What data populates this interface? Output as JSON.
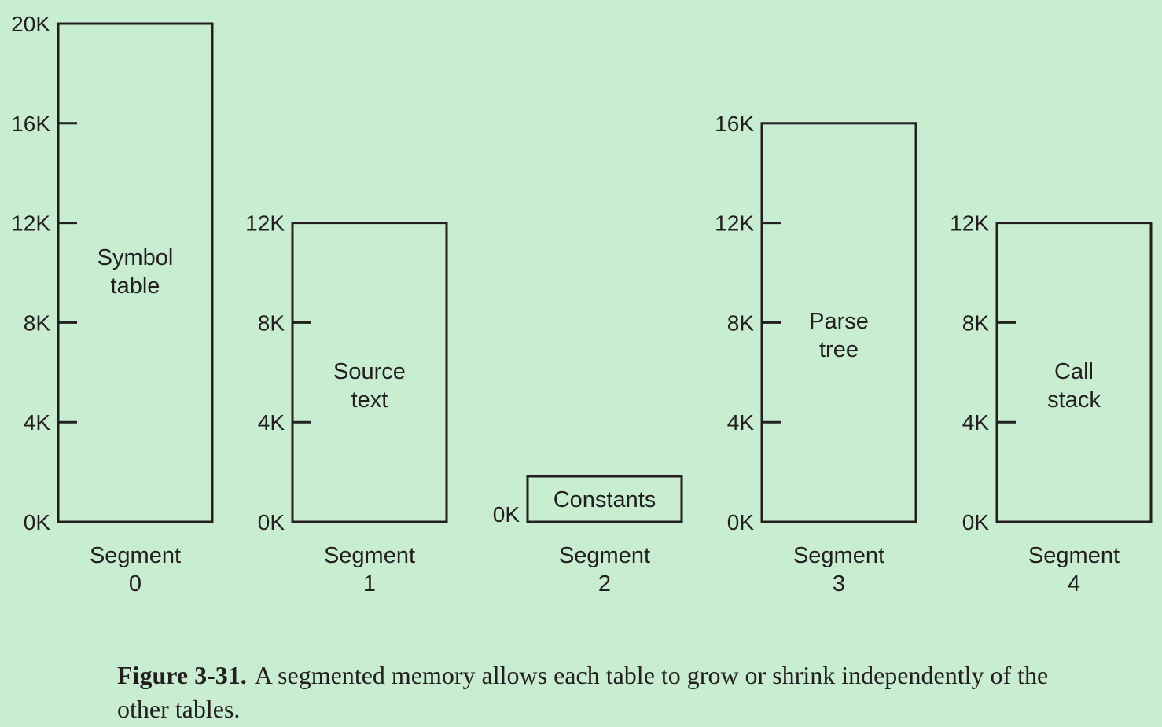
{
  "segments": [
    {
      "id": 0,
      "label_line1": "Segment",
      "label_line2": "0",
      "content_line1": "Symbol",
      "content_line2": "table",
      "size_k": 20,
      "ticks": [
        "0K",
        "4K",
        "8K",
        "12K",
        "16K",
        "20K"
      ]
    },
    {
      "id": 1,
      "label_line1": "Segment",
      "label_line2": "1",
      "content_line1": "Source",
      "content_line2": "text",
      "size_k": 12,
      "ticks": [
        "0K",
        "4K",
        "8K",
        "12K"
      ]
    },
    {
      "id": 2,
      "label_line1": "Segment",
      "label_line2": "2",
      "content_line1": "Constants",
      "content_line2": "",
      "size_k": 0,
      "ticks": [
        "0K"
      ]
    },
    {
      "id": 3,
      "label_line1": "Segment",
      "label_line2": "3",
      "content_line1": "Parse",
      "content_line2": "tree",
      "size_k": 16,
      "ticks": [
        "0K",
        "4K",
        "8K",
        "12K",
        "16K"
      ]
    },
    {
      "id": 4,
      "label_line1": "Segment",
      "label_line2": "4",
      "content_line1": "Call",
      "content_line2": "stack",
      "size_k": 12,
      "ticks": [
        "0K",
        "4K",
        "8K",
        "12K"
      ]
    }
  ],
  "caption": {
    "figure_number": "Figure 3-31.",
    "text": "A segmented memory allows each table to grow or shrink independently of the other tables."
  },
  "colors": {
    "background": "#c8edd0",
    "stroke": "#231f20"
  }
}
